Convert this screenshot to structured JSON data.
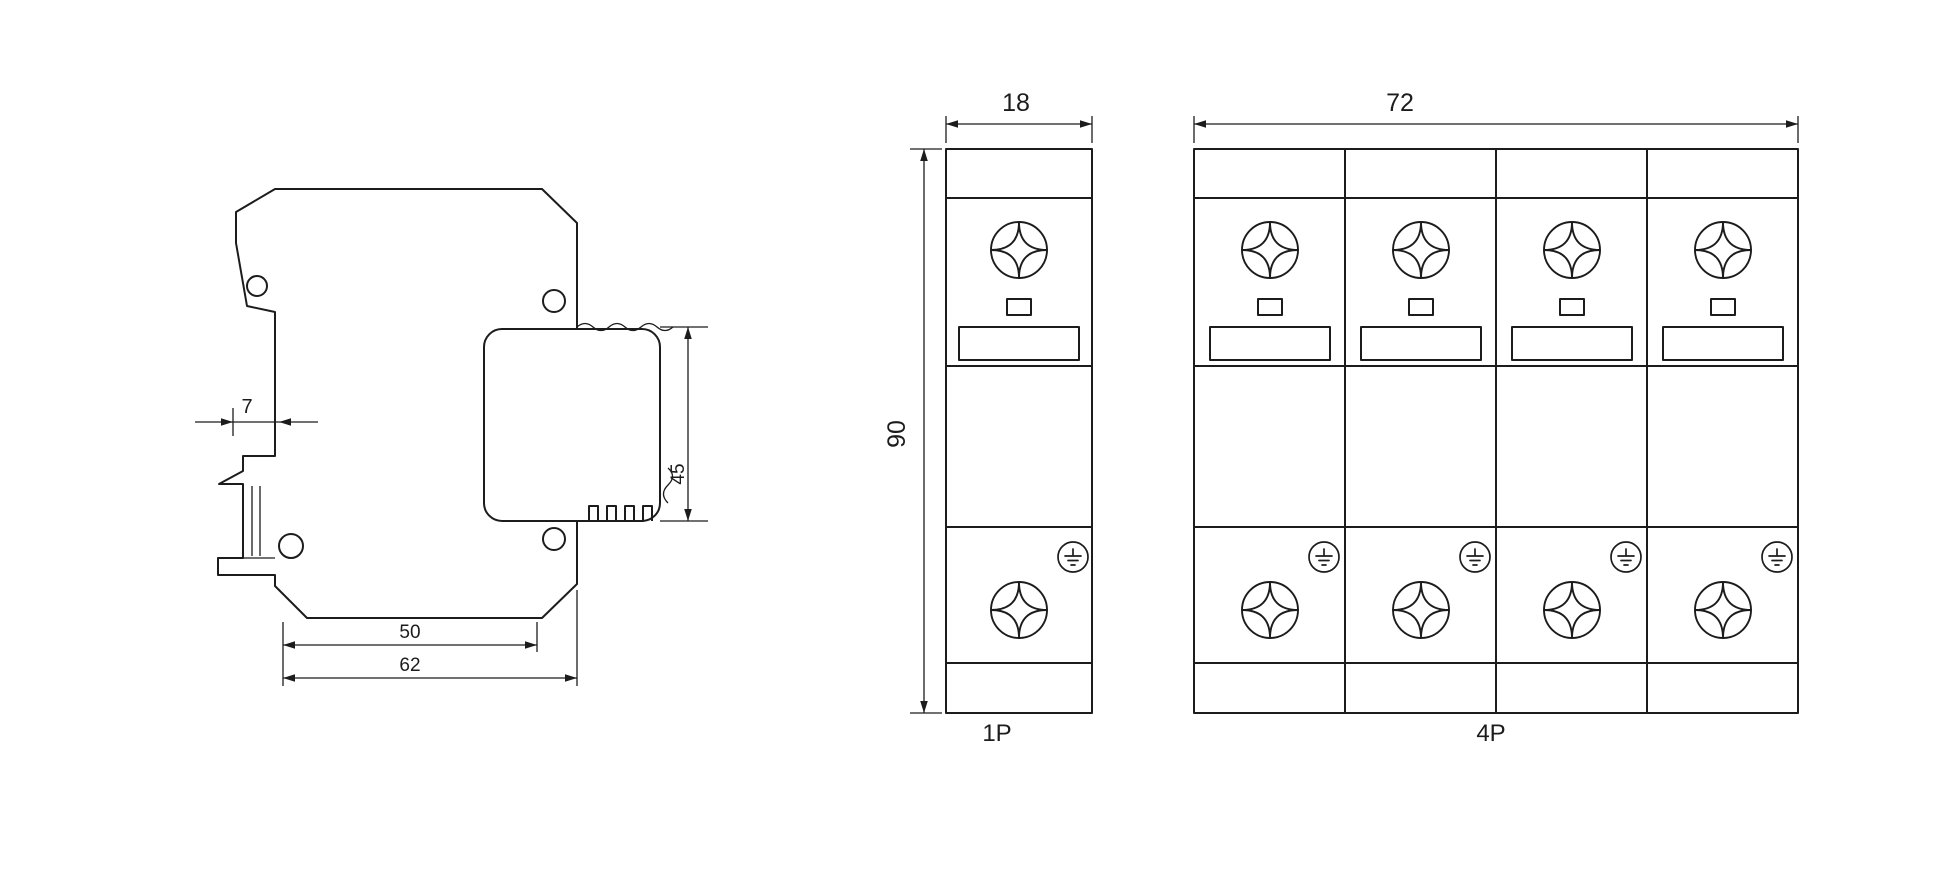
{
  "drawing": {
    "colors": {
      "line": "#1c1c1c",
      "background": "#ffffff"
    },
    "side_view": {
      "dim_clip_width": "7",
      "dim_cartridge_height": "45",
      "dim_depth_inner": "50",
      "dim_depth_overall": "62"
    },
    "front_view_1p": {
      "dim_width": "18",
      "dim_height": "90",
      "caption": "1P"
    },
    "front_view_4p": {
      "dim_width": "72",
      "caption": "4P"
    }
  }
}
